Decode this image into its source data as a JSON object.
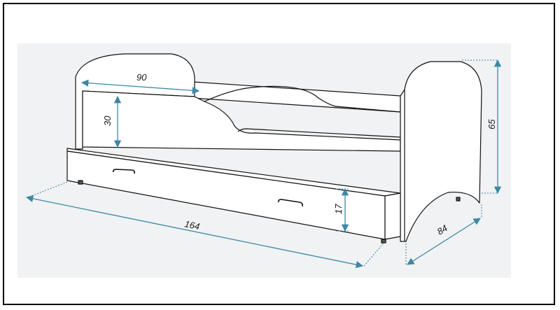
{
  "dimensions": {
    "backrest_width": "90",
    "side_height": "30",
    "headboard_height": "65",
    "drawer_height": "17",
    "total_length": "164",
    "depth": "84"
  },
  "colors": {
    "dimension_line": "#3d87a6",
    "outline": "#111111",
    "background_panel": "#f1f2f3"
  }
}
